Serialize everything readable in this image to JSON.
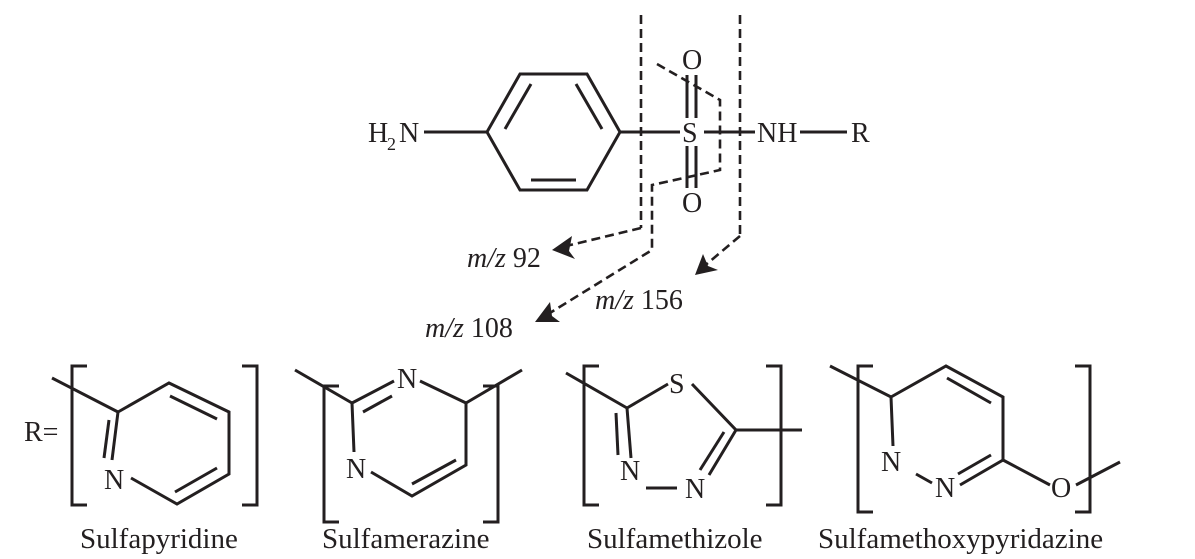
{
  "atoms": {
    "h2n_h": "H",
    "h2n_sub": "2",
    "h2n_n": "N",
    "sulfur": "S",
    "oxygen": "O",
    "nh": "NH",
    "r": "R",
    "nitrogen": "N",
    "thia_s": "S",
    "ether_o": "O"
  },
  "fragments": [
    {
      "italic": "m/z",
      "value": "92"
    },
    {
      "italic": "m/z",
      "value": "108"
    },
    {
      "italic": "m/z",
      "value": "156"
    }
  ],
  "r_label": "R=",
  "substituents": [
    {
      "name": "Sulfapyridine"
    },
    {
      "name": "Sulfamerazine"
    },
    {
      "name": "Sulfamethizole"
    },
    {
      "name": "Sulfamethoxypyridazine"
    }
  ]
}
